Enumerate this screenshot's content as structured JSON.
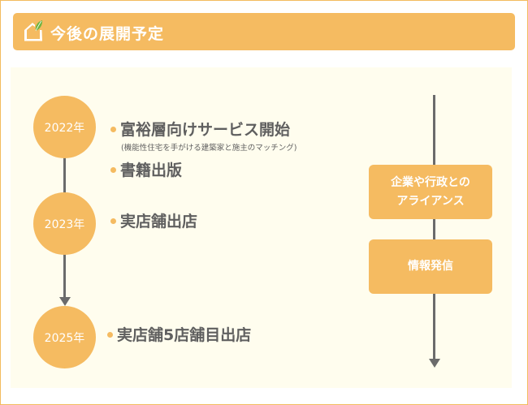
{
  "header": {
    "title": "今後の展開予定",
    "icon": "house-leaf-icon"
  },
  "colors": {
    "accent": "#f5bb61",
    "panel": "#fffdee",
    "line": "#6b6b6b",
    "text": "#5f5f5f",
    "leaf": "#6db33f"
  },
  "timeline": [
    {
      "year": "2022年",
      "items": [
        {
          "label": "富裕層向けサービス開始",
          "note": "(機能性住宅を手がける建築家と施主のマッチング)"
        },
        {
          "label": "書籍出版"
        }
      ]
    },
    {
      "year": "2023年",
      "items": [
        {
          "label": "実店舗出店"
        }
      ]
    },
    {
      "year": "2025年",
      "items": [
        {
          "label": "実店舗5店舗目出店"
        }
      ]
    }
  ],
  "ongoing": [
    {
      "line1": "企業や行政との",
      "line2": "アライアンス"
    },
    {
      "line1": "情報発信"
    }
  ]
}
